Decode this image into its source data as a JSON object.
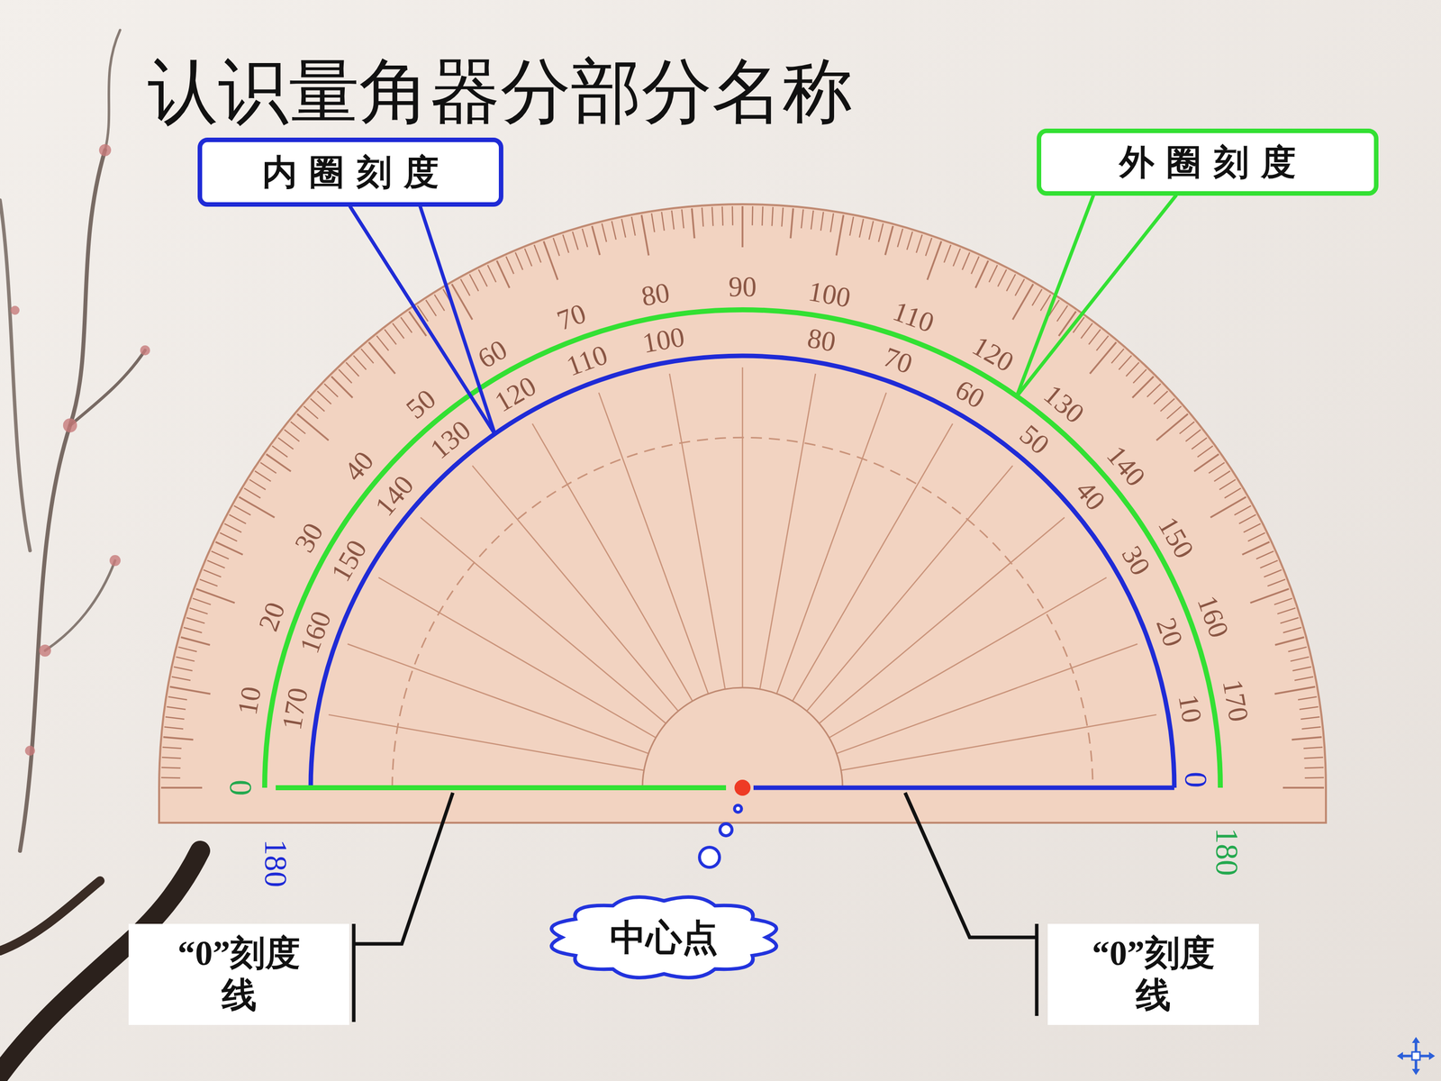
{
  "diagram": {
    "title": "认识量角器分部分名称",
    "nodes": [
      {
        "text": [
          "内 圈 刻 度"
        ]
      },
      {
        "text": [
          "外 圈 刻 度"
        ]
      },
      {
        "text": [
          "“0”刻度线"
        ]
      },
      {
        "text": [
          "中心点"
        ]
      },
      {
        "text": [
          "“0”刻度线"
        ]
      }
    ],
    "labels": [
      "0",
      "180",
      "0",
      "180",
      "10",
      "20",
      "30",
      "40",
      "50",
      "60",
      "70",
      "80",
      "90",
      "100",
      "110",
      "120",
      "130",
      "140",
      "150",
      "160",
      "170",
      "170",
      "160",
      "150",
      "140",
      "130",
      "120",
      "110",
      "100",
      "80",
      "70",
      "60",
      "50",
      "40",
      "30",
      "20",
      "10"
    ]
  }
}
